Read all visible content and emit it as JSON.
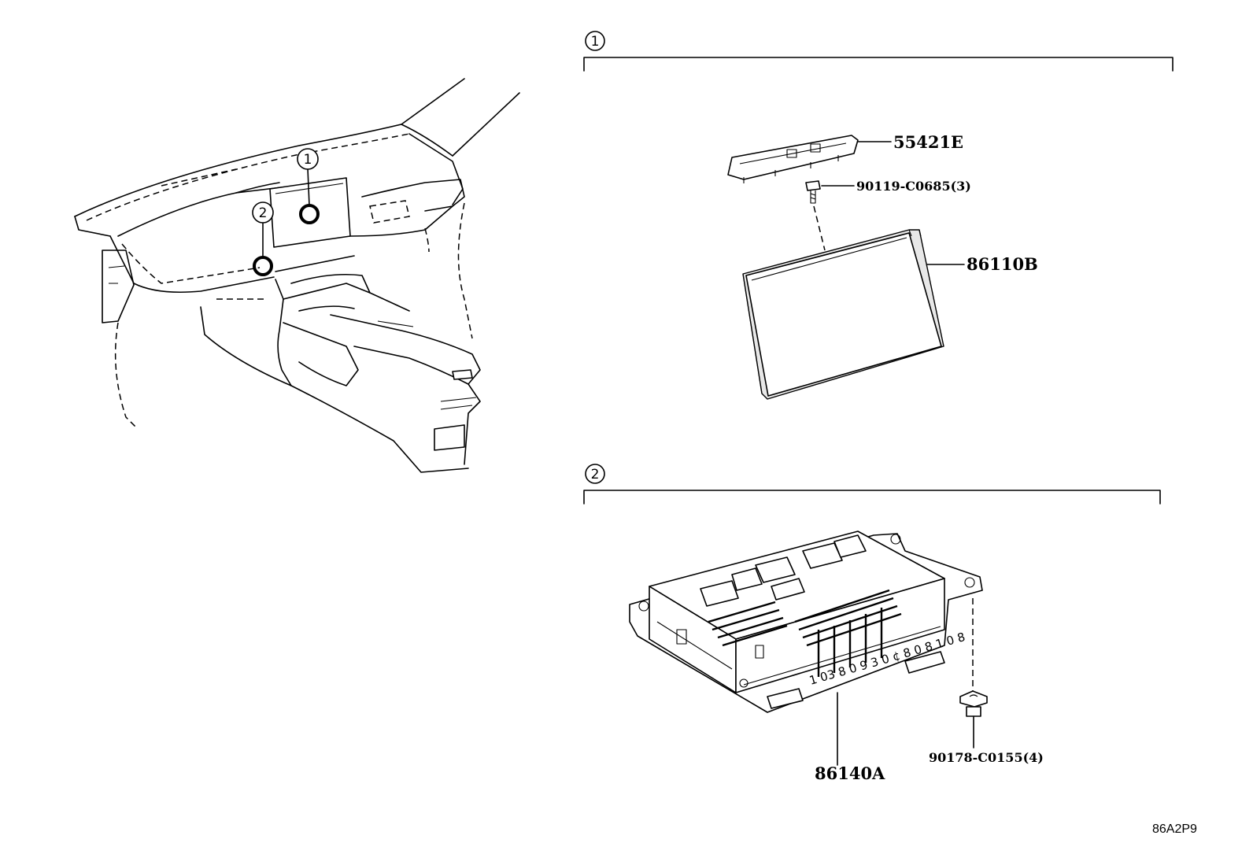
{
  "diagram": {
    "figure_code": "86A2P9",
    "sections": [
      {
        "number": "1",
        "parts": [
          {
            "part_no": "55421E"
          },
          {
            "part_no": "90119-C0685(3)"
          },
          {
            "part_no": "86110B"
          }
        ]
      },
      {
        "number": "2",
        "parts": [
          {
            "part_no": "86140A"
          },
          {
            "part_no": "90178-C0155(4)"
          }
        ]
      }
    ],
    "callouts": [
      "1",
      "2"
    ]
  }
}
